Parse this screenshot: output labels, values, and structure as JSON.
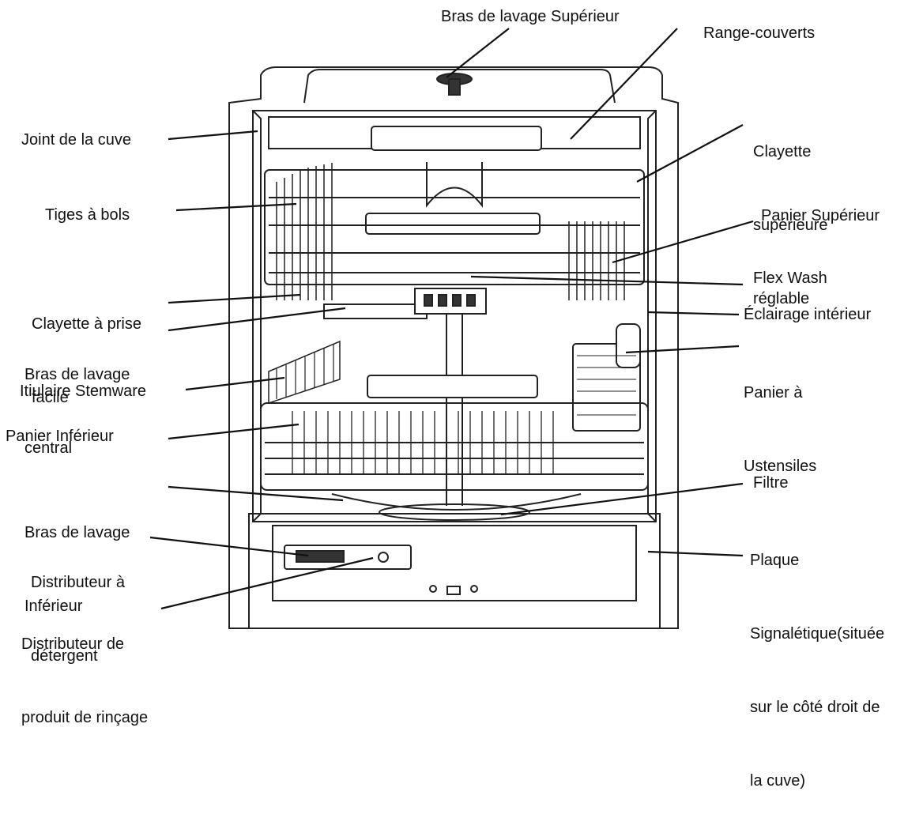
{
  "labels": {
    "upper_spray_arm": "Bras de lavage Supérieur",
    "cutlery_rack": "Range-couverts",
    "adjustable_upper_rack": [
      "Clayette",
      "supérieure",
      "réglable"
    ],
    "tub_gasket": "Joint de la cuve",
    "bowl_tines": "Tiges à bols",
    "upper_basket": "Panier Supérieur",
    "easy_grip_shelf": [
      "Clayette à prise",
      "facile"
    ],
    "flex_wash": "Flex Wash",
    "interior_light": "Éclairage intérieur",
    "mid_spray_arm": [
      "Bras de lavage",
      "central"
    ],
    "utensil_basket": [
      "Panier à",
      "Ustensiles"
    ],
    "stemware_holder": "Itiulaire Stemware",
    "lower_basket": "Panier Inférieur",
    "lower_spray_arm": [
      "Bras de lavage",
      "Inférieur"
    ],
    "filter": "Filtre",
    "rating_plate": [
      "Plaque",
      "Signalétique(située",
      "sur le côté droit de",
      "la cuve)"
    ],
    "detergent_dispenser": [
      "Distributeur à",
      "détergent"
    ],
    "rinse_aid_dispenser": [
      "Distributeur de",
      "produit de rinçage"
    ]
  }
}
